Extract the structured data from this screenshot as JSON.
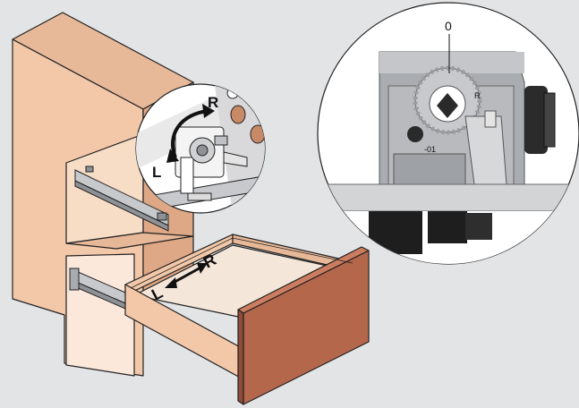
{
  "labels": {
    "zoom_left": "L",
    "zoom_right": "R",
    "drawer_left": "L",
    "drawer_right": "R",
    "detail_position": "0",
    "scale_mark_r": "R",
    "scale_mark_01": "-01"
  },
  "colors": {
    "background": "#e3e4e6",
    "cabinet_front": "#f2c8a9",
    "cabinet_side": "#d4a07e",
    "drawer_front": "#b5674c",
    "drawer_inner": "#f5e6da",
    "metal_light": "#c7c9cc",
    "metal_dark": "#8e9196",
    "outline": "#222222"
  },
  "icons": {
    "zoom_circle": "magnifier-detail",
    "adjust_arrow": "curved-arrow-icon",
    "double_arrow": "double-arrow-icon"
  }
}
